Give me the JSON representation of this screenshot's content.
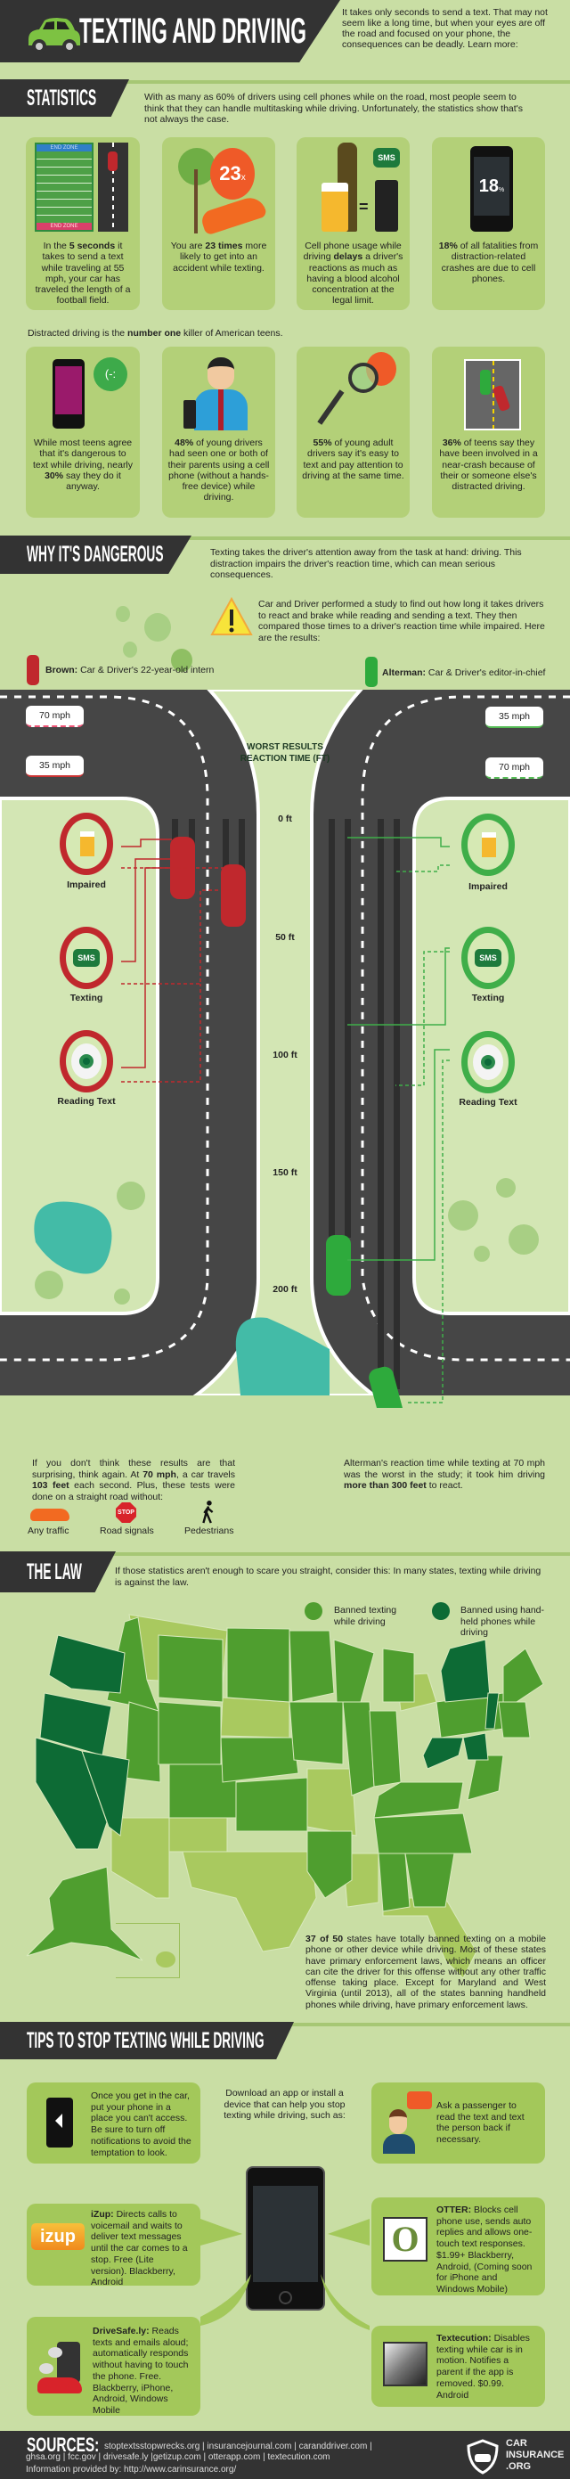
{
  "header": {
    "title": "TEXTING AND DRIVING",
    "intro": "It takes only seconds to send a text. That may not seem like a long time, but when your eyes are off the road and focused on your phone, the consequences can be deadly. Learn more:"
  },
  "statistics": {
    "heading": "STATISTICS",
    "intro": "With as many as 60% of drivers using cell phones while on the road, most people seem to think that they can handle multitasking while driving. Unfortunately, the statistics show that's not always the case.",
    "cards": [
      {
        "pre": "In the ",
        "bold": "5 seconds",
        "post": " it takes to send a text while traveling at 55 mph, your car has traveled the length of a football field.",
        "field_top": "END ZONE",
        "field_bottom": "END ZONE"
      },
      {
        "pre": "You are ",
        "bold": "23 times",
        "post": " more likely to get into an accident while texting.",
        "badge": "23",
        "badge_unit": "x"
      },
      {
        "pre": "Cell phone usage while driving ",
        "bold": "delays",
        "post": " a driver's reactions as much as having a blood alcohol concentration at the legal limit.",
        "bubble": "SMS",
        "equals": "="
      },
      {
        "pre": "",
        "bold": "18%",
        "post": " of all fatalities from distraction-related crashes are due to cell phones.",
        "screen": "18",
        "screen_unit": "%"
      }
    ],
    "teens_pre": "Distracted driving is the ",
    "teens_bold": "number one",
    "teens_post": " killer of American teens.",
    "cards2": [
      {
        "pre": "While most teens agree that it's dangerous to text while driving, nearly ",
        "bold": "30%",
        "post": " say they do it anyway.",
        "bubble": "(-:"
      },
      {
        "pre": "",
        "bold": "48%",
        "post": " of young drivers had seen one or both of their parents using a cell phone (without a hands-free device) while driving."
      },
      {
        "pre": "",
        "bold": "55%",
        "post": " of young adult drivers say it's easy to text and pay attention to driving at the same time."
      },
      {
        "pre": "",
        "bold": "36%",
        "post": " of teens say they have been involved in a near-crash because of their or someone else's distracted driving."
      }
    ]
  },
  "danger": {
    "heading": "WHY IT'S DANGEROUS",
    "intro": "Texting takes the driver's attention away from the task at hand: driving. This distraction impairs the driver's reaction time, which can mean serious consequences.",
    "study": "Car and Driver performed a study to find out how long it takes drivers to react and brake while reading and sending a text. They then compared those times to a driver's reaction time while impaired. Here are the results:",
    "brown_name": "Brown:",
    "brown_desc": " Car & Driver's 22-year-old intern",
    "alterman_name": "Alterman:",
    "alterman_desc": " Car & Driver's editor-in-chief",
    "speeds": {
      "left_top": "70 mph",
      "left_bottom": "35 mph",
      "right_top": "35 mph",
      "right_bottom": "70 mph"
    },
    "chart_title": "WORST RESULTS",
    "chart_subtitle": "REACTION TIME (FT)",
    "ticks": [
      "0 ft",
      "50 ft",
      "100 ft",
      "150 ft",
      "200 ft"
    ],
    "conditions": [
      "Impaired",
      "Texting",
      "Reading Text"
    ],
    "sms": "SMS",
    "colors": {
      "brown": "#c0282d",
      "alterman": "#3fae49",
      "road": "#464646"
    },
    "surprise_1": "If you don't think these results are that surprising, think again. At ",
    "surprise_b1": "70 mph",
    "surprise_2": ", a car travels ",
    "surprise_b2": "103 feet",
    "surprise_3": " each second. Plus, these tests were done on a straight road without:",
    "without": [
      "Any traffic",
      "Road signals",
      "Pedestrians"
    ],
    "stop": "STOP",
    "worst_1": "Alterman's reaction time while texting at 70 mph was the worst in the study; it took him driving ",
    "worst_b": "more than 300 feet",
    "worst_2": " to react."
  },
  "law": {
    "heading": "THE LAW",
    "intro": "If those statistics aren't enough to scare you straight, consider this: In many states, texting while driving is against the law.",
    "legend": [
      {
        "label": "Banned texting while driving",
        "color": "#4f9e2f"
      },
      {
        "label": "Banned using hand-held phones while driving",
        "color": "#0d6b35"
      }
    ],
    "no_ban_color": "#a9c95f",
    "summary_b": "37 of 50",
    "summary": " states have totally banned texting on a mobile phone or other device while driving. Most of these states have primary enforcement laws, which means an officer can cite the driver for this offense without any other traffic offense taking place. Except for Maryland and West Virginia (until 2013), all of the states banning handheld phones while driving, have primary enforcement laws."
  },
  "tips": {
    "heading": "TIPS TO STOP TEXTING WHILE DRIVING",
    "phone_tip": "Once you get in the car, put your phone in a place you can't access. Be sure to turn off notifications to avoid the temptation to look.",
    "app_intro": "Download an app or install a device that can help you stop texting while driving, such as:",
    "passenger_tip": "Ask a passenger to read the text and text the person back if necessary.",
    "apps": [
      {
        "name": "iZup:",
        "desc": " Directs calls to voicemail and waits to deliver text messages until the car comes to a stop. Free (Lite version). Blackberry, Android",
        "logo": "izup"
      },
      {
        "name": "OTTER:",
        "desc": " Blocks cell phone use, sends auto replies and allows one-touch text responses. $1.99+ Blackberry, Android, (Coming soon for iPhone and Windows Mobile)",
        "logo": "O"
      },
      {
        "name": "DriveSafe.ly:",
        "desc": " Reads texts and emails aloud; automatically responds without having to touch the phone. Free. Blackberry, iPhone, Android, Windows Mobile"
      },
      {
        "name": "Textecution:",
        "desc": " Disables texting while car is in motion. Notifies a parent if the app is removed. $0.99. Android"
      }
    ]
  },
  "footer": {
    "sources_label": "SOURCES:",
    "sources": "stoptextsstopwrecks.org | insurancejournal.com | caranddriver.com | ghsa.org | fcc.gov | drivesafe.ly |getizup.com | otterapp.com | textecution.com",
    "info": "Information provided by: http://www.carinsurance.org/",
    "logo": [
      "CAR",
      "INSURANCE",
      ".ORG"
    ]
  }
}
